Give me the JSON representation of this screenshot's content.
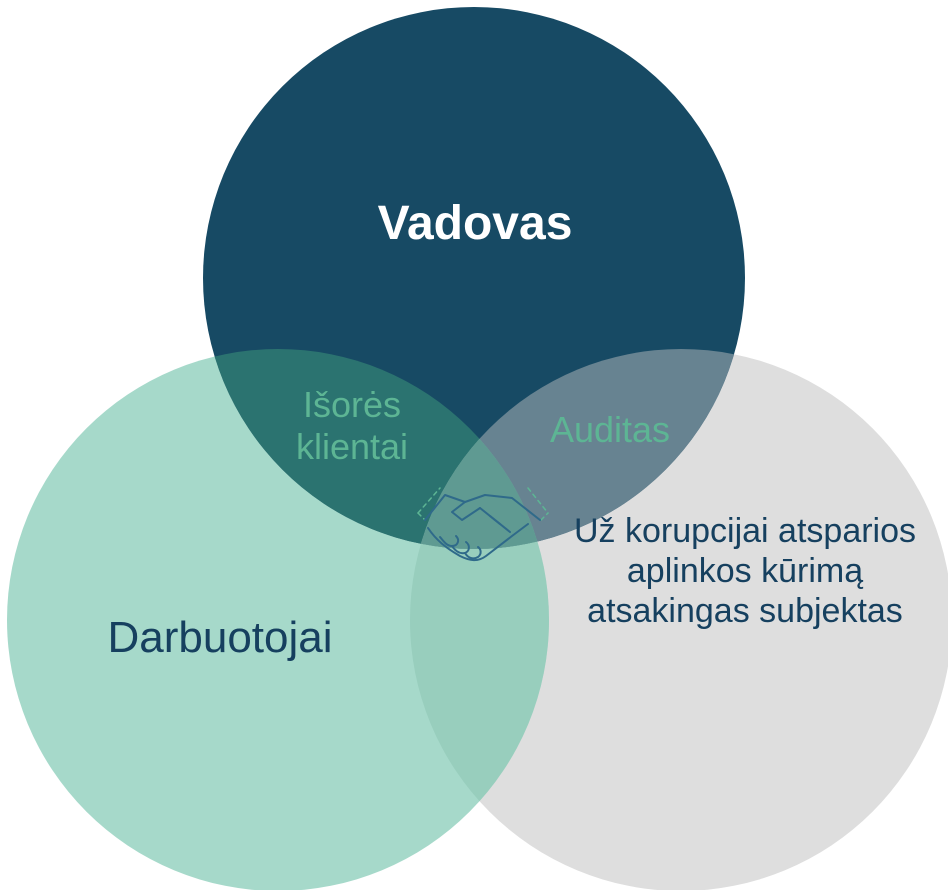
{
  "diagram": {
    "circles": [
      {
        "id": "vadovas",
        "label": "Vadovas",
        "fill": "#174a64"
      },
      {
        "id": "darbuotojai",
        "label": "Darbuotojai",
        "fill": "#a8dacb"
      },
      {
        "id": "subjektas",
        "label": "Už korupcijai atsparios aplinkos kūrimą atsakingas subjektas",
        "fill": "#d9d9d9"
      }
    ],
    "overlaps": {
      "vadovas_darbuotojai": "Išorės klientai",
      "vadovas_subjektas": "Auditas"
    },
    "center_icon": "handshake-icon",
    "colors": {
      "dark_label": "#16405f",
      "overlap_label": "#5db594",
      "icon_stroke": "#2f6a8a",
      "icon_accent": "#5db594"
    }
  }
}
